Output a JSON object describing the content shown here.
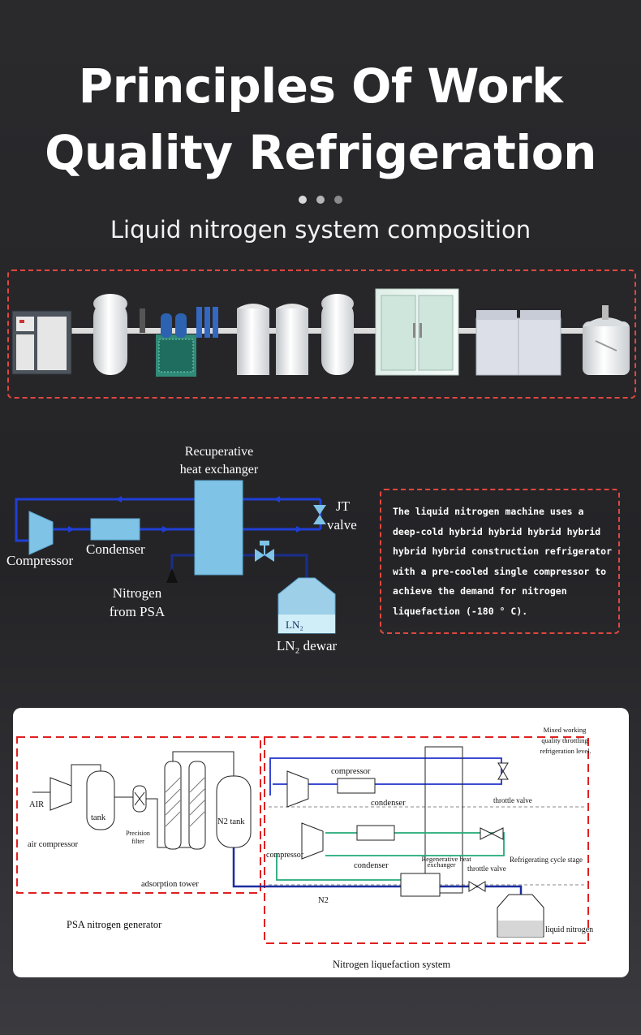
{
  "header": {
    "title_line1": "Principles Of Work",
    "title_line2": "Quality Refrigeration",
    "subtitle": "Liquid nitrogen system composition"
  },
  "colors": {
    "accent_red": "#e1473f",
    "flow_blue": "#1f3fd6",
    "equipment_blue": "#7fc3e6",
    "dot_active": "#d9d9d9",
    "dot_inactive": "#8a8a8a"
  },
  "cycle_diagram": {
    "recuperative_line1": "Recuperative",
    "recuperative_line2": "heat exchanger",
    "jt_line1": "JT",
    "jt_line2": "valve",
    "compressor": "Compressor",
    "condenser": "Condenser",
    "nitrogen_line1": "Nitrogen",
    "nitrogen_line2": "from PSA",
    "ln2_tank": "LN₂",
    "ln2_dewar": "LN₂ dewar"
  },
  "description": "The liquid nitrogen machine uses a deep-cold hybrid hybrid hybrid hybrid hybrid hybrid construction refrigerator with a pre-cooled single compressor to achieve the demand for nitrogen liquefaction (-180 ° C).",
  "process_diagram": {
    "air": "AIR",
    "tank": "tank",
    "air_compressor": "air compressor",
    "precision_filter_line1": "Precision",
    "precision_filter_line2": "filter",
    "n2_tank": "N2 tank",
    "adsorption_tower": "adsorption tower",
    "psa_generator": "PSA nitrogen generator",
    "mixed_line1": "Mixed working",
    "mixed_line2": "quality throttling",
    "mixed_line3": "refrigeration level.",
    "compressor_top": "compressor",
    "condenser_top": "condenser",
    "throttle_valve_top": "throttle valve",
    "compressor_bottom": "compressor",
    "condenser_bottom": "condenser",
    "regen_line1": "Regenerative heat",
    "regen_line2": "exchanger",
    "throttle_valve_bottom": "throttle valve",
    "refrig_cycle": "Refrigerating cycle stage",
    "n2": "N2",
    "liquid_nitrogen": "liquid nitrogen",
    "liquefaction_system": "Nitrogen liquefaction system"
  }
}
